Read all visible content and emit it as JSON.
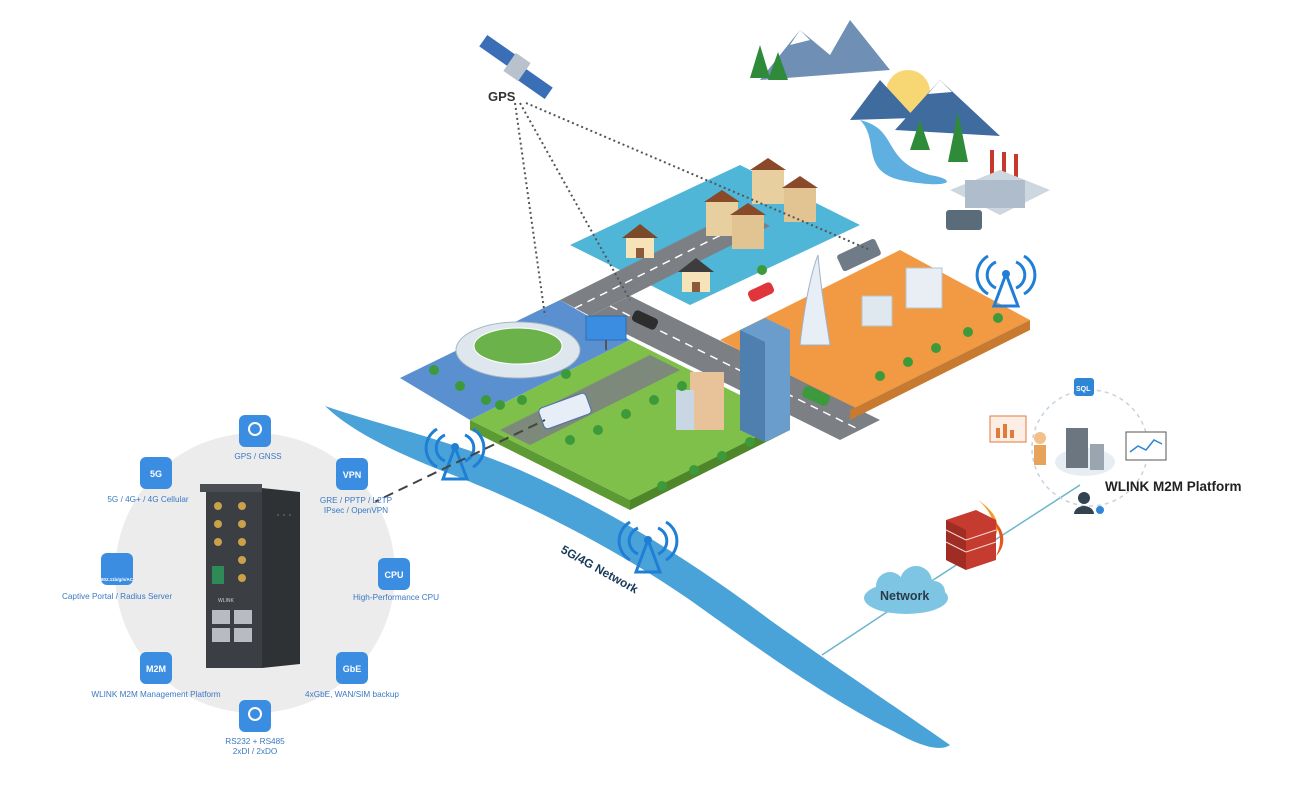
{
  "gps": {
    "label": "GPS"
  },
  "network_band": {
    "label": "5G/4G Network"
  },
  "cloud": {
    "label": "Network"
  },
  "platform": {
    "label": "WLINK M2M Platform",
    "sql_label": "SQL"
  },
  "router": {
    "brand": "WLINK"
  },
  "features": [
    {
      "icon": "location-pin-icon",
      "badge": "",
      "lines": [
        "GPS / GNSS"
      ]
    },
    {
      "icon": "cellular-5g-icon",
      "badge": "5G",
      "lines": [
        "5G / 4G+ / 4G Cellular"
      ]
    },
    {
      "icon": "vpn-key-icon",
      "badge": "VPN",
      "lines": [
        "GRE / PPTP / L2TP",
        "IPsec / OpenVPN"
      ]
    },
    {
      "icon": "wifi-icon",
      "badge": "802.11b/g/n/AC",
      "lines": [
        "Captive Portal / Radius Server"
      ]
    },
    {
      "icon": "cpu-icon",
      "badge": "CPU",
      "lines": [
        "High-Performance CPU"
      ]
    },
    {
      "icon": "cloud-upload-icon",
      "badge": "M2M",
      "lines": [
        "WLINK M2M Management Platform"
      ]
    },
    {
      "icon": "ethernet-port-icon",
      "badge": "GbE",
      "lines": [
        "4xGbE, WAN/SIM backup"
      ]
    },
    {
      "icon": "serial-port-icon",
      "badge": "",
      "lines": [
        "RS232 + RS485",
        "2xDI / 2xDO"
      ]
    }
  ],
  "colors": {
    "feature_blue": "#3a8de0",
    "network_band": "#4aa3d8",
    "tower_blue": "#1f7fd6",
    "zone_blue": "#5a8fd0",
    "zone_green": "#7ec04a",
    "zone_orange": "#f29a43",
    "zone_cyan": "#4fb6d8",
    "road_gray": "#7c7f84",
    "firewall_red": "#c63b2f"
  }
}
